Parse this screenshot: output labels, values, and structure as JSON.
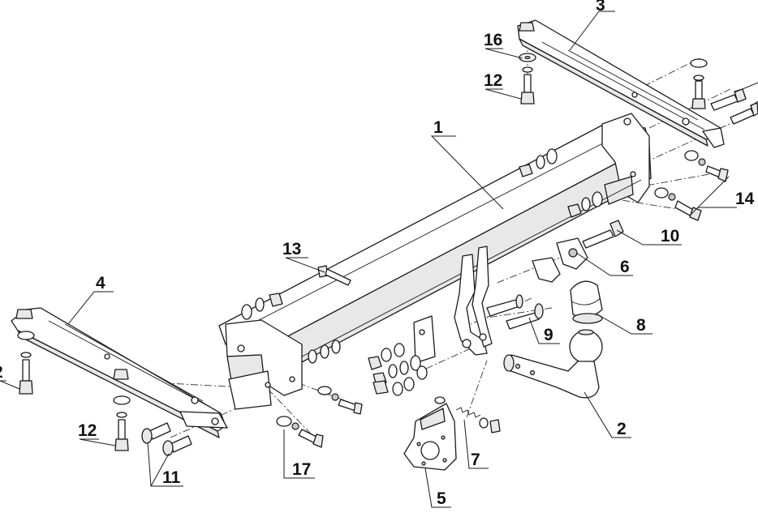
{
  "diagram": {
    "callouts": [
      {
        "id": "c1",
        "text": "1"
      },
      {
        "id": "c2",
        "text": "2"
      },
      {
        "id": "c2b",
        "text": "2"
      },
      {
        "id": "c3",
        "text": "3"
      },
      {
        "id": "c4",
        "text": "4"
      },
      {
        "id": "c5",
        "text": "5"
      },
      {
        "id": "c6",
        "text": "6"
      },
      {
        "id": "c7",
        "text": "7"
      },
      {
        "id": "c8",
        "text": "8"
      },
      {
        "id": "c9",
        "text": "9"
      },
      {
        "id": "c10",
        "text": "10"
      },
      {
        "id": "c11",
        "text": "11"
      },
      {
        "id": "c12a",
        "text": "12"
      },
      {
        "id": "c12b",
        "text": "12"
      },
      {
        "id": "c13",
        "text": "13"
      },
      {
        "id": "c14",
        "text": "14"
      },
      {
        "id": "c16",
        "text": "16"
      },
      {
        "id": "c17",
        "text": "17"
      }
    ]
  }
}
